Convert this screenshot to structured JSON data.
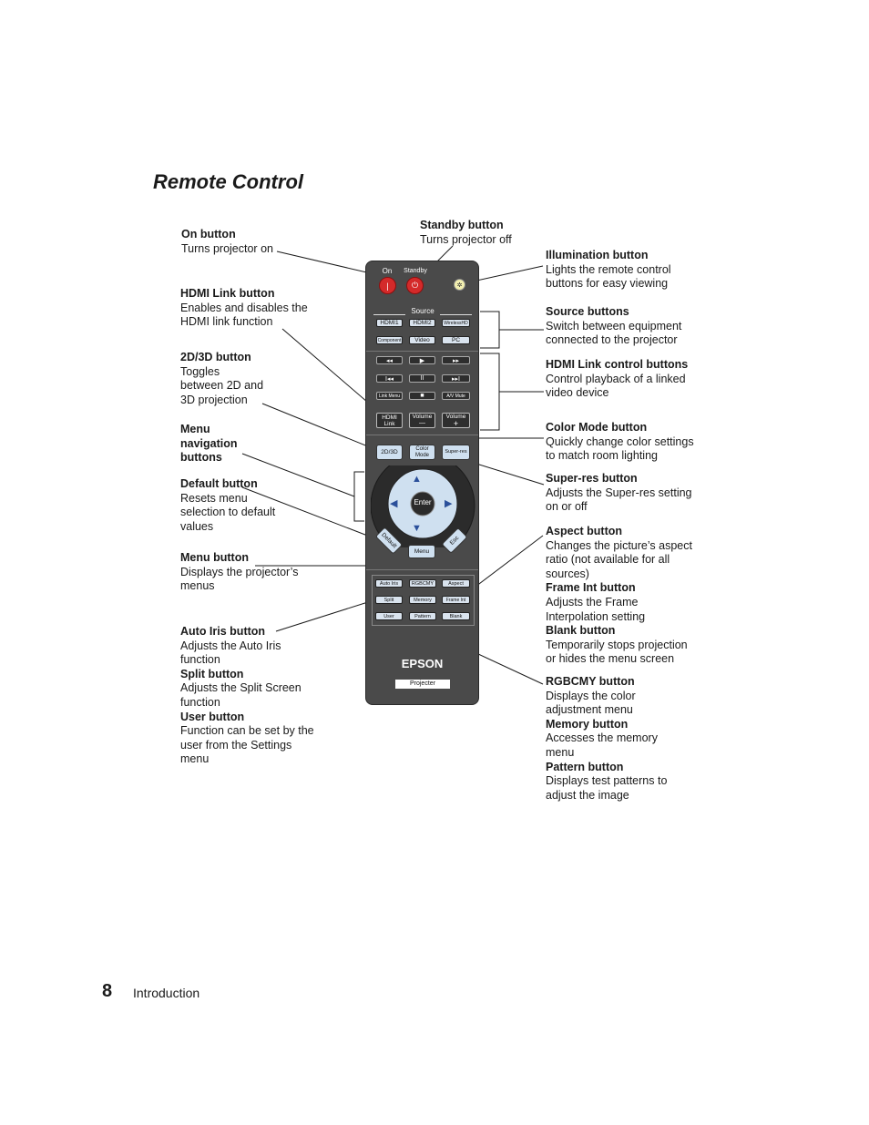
{
  "page": {
    "title": "Remote Control",
    "number": "8",
    "section": "Introduction"
  },
  "callouts": {
    "on": {
      "heading": "On button",
      "text": "Turns projector on"
    },
    "standby": {
      "heading": "Standby button",
      "text": "Turns projector off"
    },
    "illumination": {
      "heading": "Illumination button",
      "text": "Lights the remote control\nbuttons for easy viewing"
    },
    "hdmi_link": {
      "heading": "HDMI Link button",
      "text": "Enables and disables the\nHDMI link function"
    },
    "source": {
      "heading": "Source buttons",
      "text": "Switch between equipment\nconnected to the projector"
    },
    "hdmi_link_control": {
      "heading": "HDMI Link control buttons",
      "text": "Control playback of a linked\nvideo device"
    },
    "two_d_three_d": {
      "heading": "2D/3D button",
      "text": "Toggles\nbetween 2D and\n3D projection"
    },
    "menu_nav": {
      "heading": "Menu\nnavigation\nbuttons",
      "text": ""
    },
    "color_mode": {
      "heading": "Color Mode button",
      "text": "Quickly change color settings\nto match room lighting"
    },
    "super_res": {
      "heading": "Super-res button",
      "text": "Adjusts the Super-res setting\non or off"
    },
    "default": {
      "heading": "Default button",
      "text": "Resets menu\nselection to default\nvalues"
    },
    "aspect": {
      "heading": "Aspect button",
      "text": "Changes the picture’s aspect\nratio (not available for all\nsources)"
    },
    "frame_int": {
      "heading": "Frame Int button",
      "text": "Adjusts the Frame\nInterpolation setting"
    },
    "blank": {
      "heading": "Blank button",
      "text": "Temporarily stops projection\nor hides the menu screen"
    },
    "menu": {
      "heading": "Menu button",
      "text": "Displays the projector’s\nmenus"
    },
    "auto_iris": {
      "heading": "Auto Iris button",
      "text": "Adjusts the Auto Iris\nfunction"
    },
    "split": {
      "heading": "Split button",
      "text": "Adjusts the Split Screen\nfunction"
    },
    "user": {
      "heading": "User button",
      "text": "Function can be set by the\nuser from the Settings\nmenu"
    },
    "rgbcmy": {
      "heading": "RGBCMY button",
      "text": "Displays the color\nadjustment menu"
    },
    "memory": {
      "heading": "Memory button",
      "text": "Accesses the memory\nmenu"
    },
    "pattern": {
      "heading": "Pattern button",
      "text": "Displays test patterns to\nadjust the image"
    }
  },
  "remote": {
    "on_label": "On",
    "standby_label": "Standby",
    "source_label": "Source",
    "source_buttons": [
      "HDMI1",
      "HDMI2",
      "WirelessHD",
      "Component",
      "Video",
      "PC"
    ],
    "playback_buttons": [
      "◂◂",
      "▶",
      "▸▸",
      "I◂◂",
      "II",
      "▸▸I"
    ],
    "link_menu": "Link Menu",
    "stop": "■",
    "av_mute": "A/V Mute",
    "hdmi_link": "HDMI\nLink",
    "volume": "Volume",
    "vol_minus": "—",
    "vol_plus": "+",
    "btn_2d3d": "2D/3D",
    "color_mode": "Color\nMode",
    "super_res": "Super-res",
    "enter": "Enter",
    "default": "Default",
    "esc": "Esc",
    "menu": "Menu",
    "bottom_buttons": [
      "Auto Iris",
      "RGBCMY",
      "Aspect",
      "Split",
      "Memory",
      "Frame Int",
      "User",
      "Pattern",
      "Blank"
    ],
    "brand": "EPSON",
    "model": "Projecter"
  }
}
